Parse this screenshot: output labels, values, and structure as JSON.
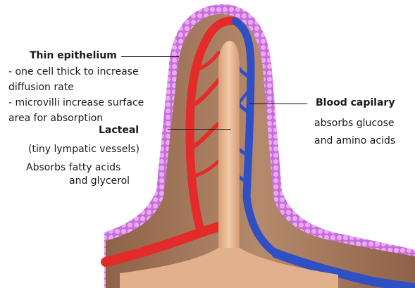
{
  "diagram": {
    "thin_epithelium": {
      "title": "Thin epithelium",
      "lines": [
        "- one cell thick to increase",
        "diffusion rate",
        "- microvilli increase surface",
        "area for absorption"
      ]
    },
    "lacteal": {
      "title": "Lacteal",
      "subtitle": "(tiny lympatic vessels)",
      "lines": [
        "Absorbs fatty acids",
        "and glycerol"
      ]
    },
    "blood_capillary": {
      "title": "Blood capilary",
      "lines": [
        "absorbs glucose",
        "and amino acids"
      ]
    },
    "colors": {
      "epithelium": "#d58ae6",
      "tissue": "#a77a5f",
      "lacteal": "#e8b893",
      "arteriole": "#e52a2a",
      "venule": "#2f4fc4"
    }
  }
}
